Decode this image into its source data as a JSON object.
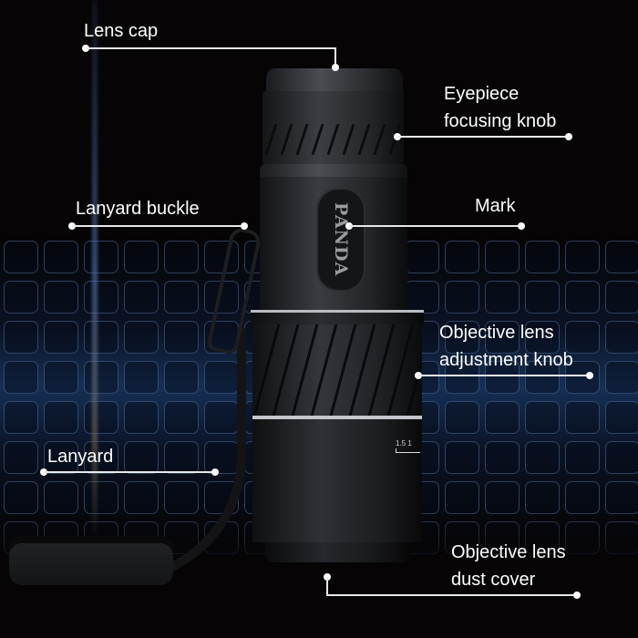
{
  "product": {
    "type": "monocular telescope",
    "brand_mark": "PANDA",
    "scale_marking": "1.5 1"
  },
  "callouts": [
    {
      "id": "lens-cap",
      "lines": [
        "Lens cap"
      ]
    },
    {
      "id": "eyepiece-focusing-knob",
      "lines": [
        "Eyepiece",
        "focusing knob"
      ]
    },
    {
      "id": "lanyard-buckle",
      "lines": [
        "Lanyard buckle"
      ]
    },
    {
      "id": "mark",
      "lines": [
        "Mark"
      ]
    },
    {
      "id": "objective-lens-adjustment-knob",
      "lines": [
        "Objective lens",
        "adjustment knob"
      ]
    },
    {
      "id": "lanyard",
      "lines": [
        "Lanyard"
      ]
    },
    {
      "id": "objective-lens-dust-cover",
      "lines": [
        "Objective lens",
        "dust cover"
      ]
    }
  ],
  "colors": {
    "background": "#060405",
    "grid_accent": "#1e3a6a",
    "label_text": "#ffffff",
    "leader_line": "#e8e8e8"
  }
}
